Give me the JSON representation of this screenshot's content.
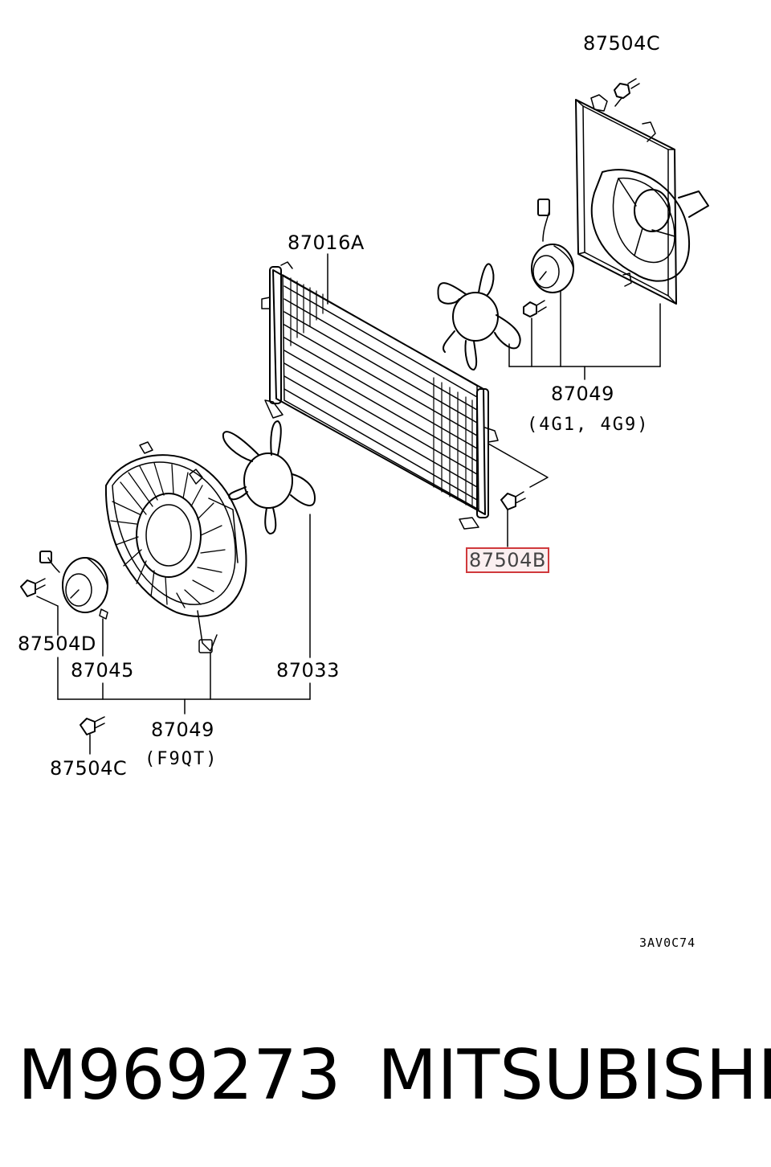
{
  "labels": {
    "top_bolt": "87504C",
    "condenser": "87016A",
    "fan_assy_right": "87049",
    "fan_assy_right_variant": "(4G1, 4G9)",
    "highlighted_bolt": "87504B",
    "left_bolt": "87504D",
    "left_motor": "87045",
    "left_fan": "87033",
    "fan_assy_left": "87049",
    "fan_assy_left_variant": "(F9QT)",
    "bottom_bolt": "87504C"
  },
  "diagram_code": "3AV0C74",
  "footer": {
    "part_number": "M969273",
    "brand": "MITSUBISHI"
  },
  "colors": {
    "highlight": "#d0393c",
    "line": "#000000"
  }
}
